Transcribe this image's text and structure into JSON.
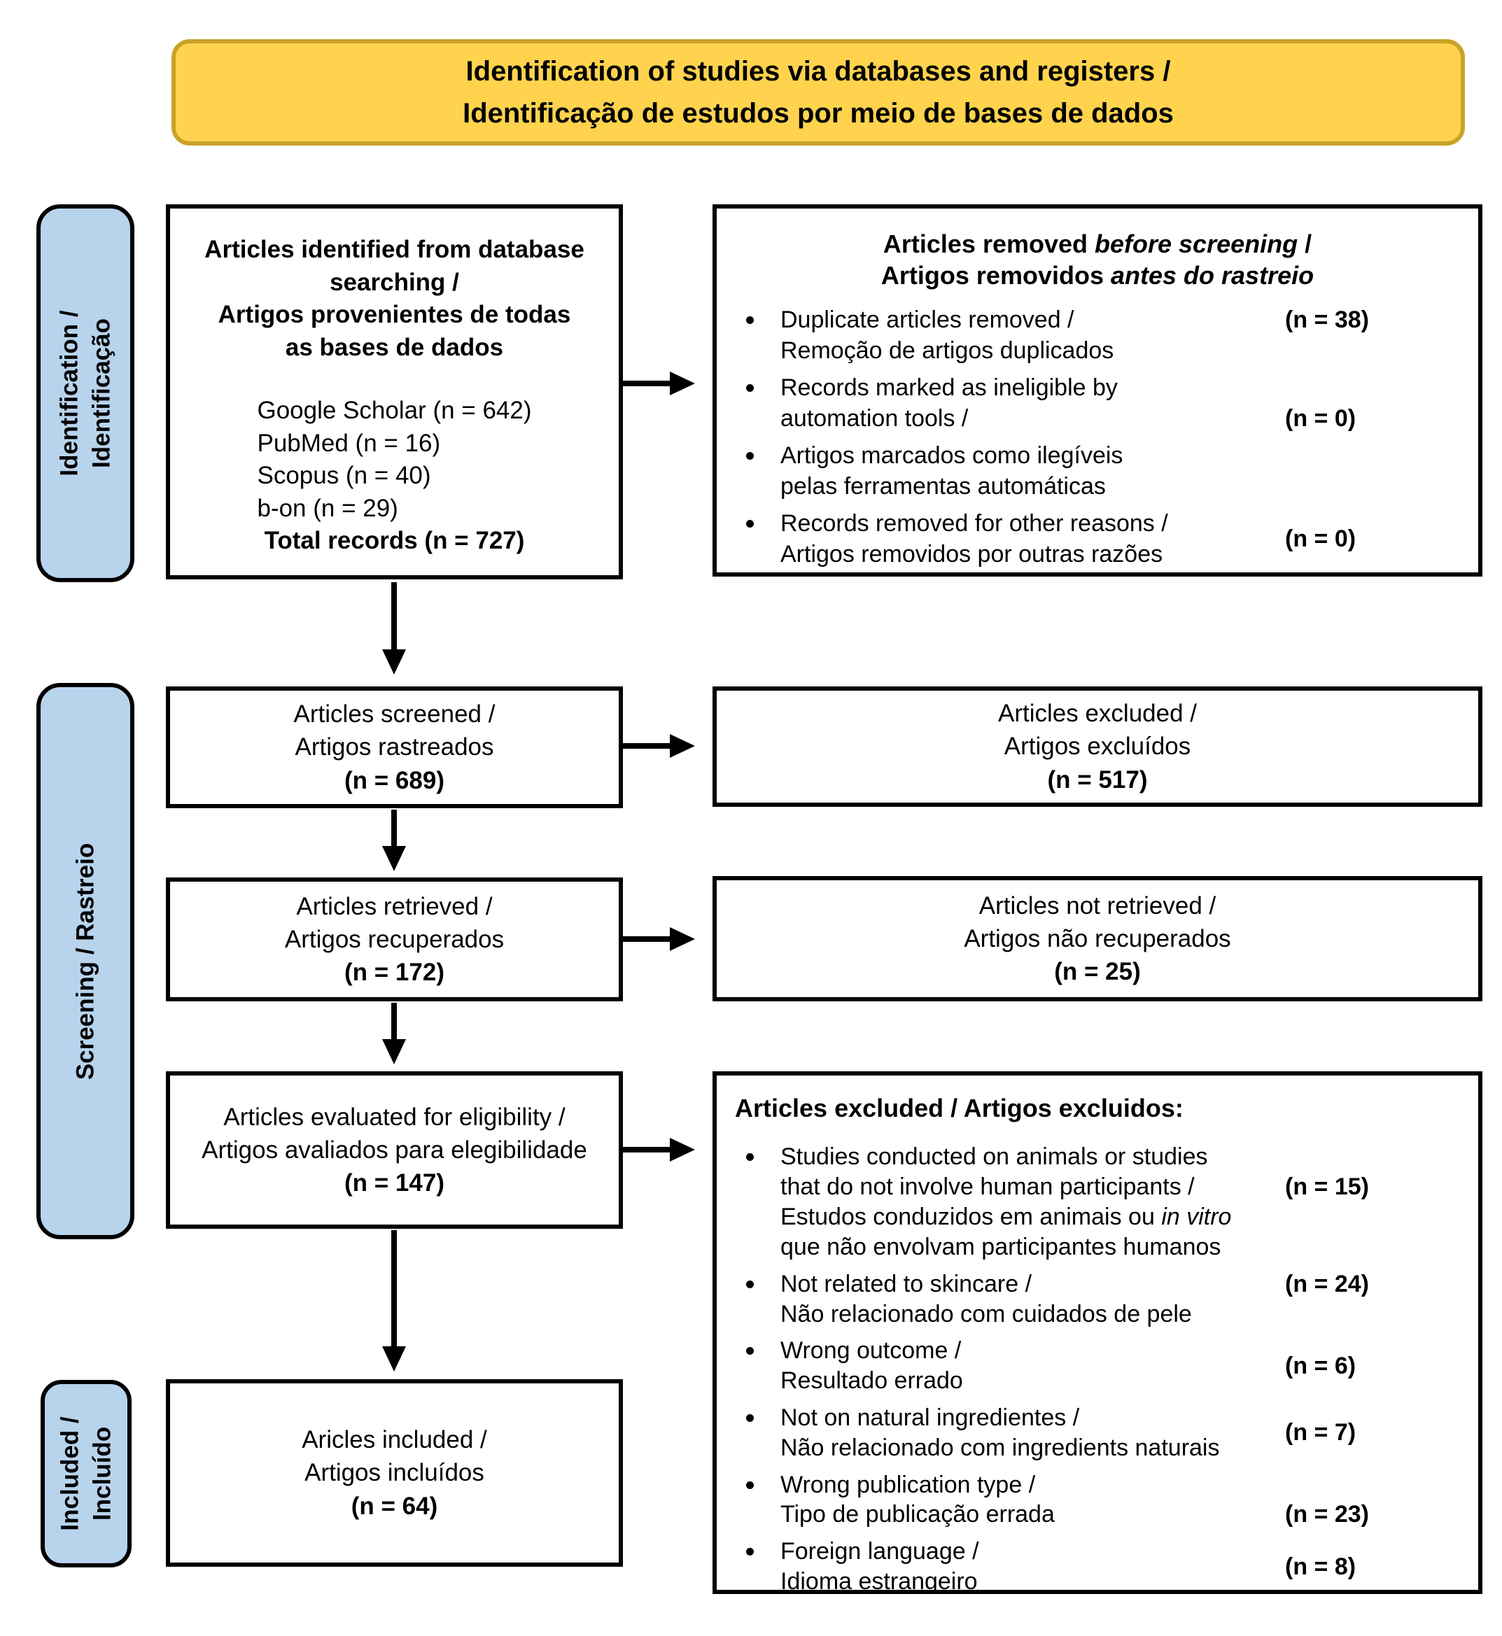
{
  "banner": {
    "line1": "Identification of studies via databases and registers /",
    "line2": "Identificação de estudos por meio de bases de dados"
  },
  "colors": {
    "banner_bg": "#FFD34D",
    "banner_border": "#C9A227",
    "stage_bg": "#B8D3EC",
    "box_border": "#000000",
    "arrow": "#000000",
    "text": "#000000"
  },
  "sidebar": {
    "identification": {
      "line1": "Identification /",
      "line2": "Identificação"
    },
    "screening": {
      "line1": "Screening / Rastreio"
    },
    "included": {
      "line1": "Included /",
      "line2": "Incluído"
    }
  },
  "identified_box": {
    "title_l1": "Articles identified from database",
    "title_l2": "searching /",
    "title_l3": "Artigos provenientes de todas",
    "title_l4": "as bases de dados",
    "sources": [
      "Google Scholar (n = 642)",
      "PubMed (n = 16)",
      "Scopus (n = 40)",
      "b-on (n = 29)"
    ],
    "total": "Total records (n = 727)"
  },
  "removed_box": {
    "title_l1_pre": "Articles removed ",
    "title_l1_italic": "before screening",
    "title_l1_post": " /",
    "title_l2_pre": "Artigos removidos ",
    "title_l2_italic": "antes do rastreio",
    "items": [
      {
        "l1": "Duplicate articles removed /",
        "l2": "Remoção de artigos duplicados",
        "count": "(n = 38)"
      },
      {
        "l1": "Records marked as ineligible by",
        "l2": "automation tools /",
        "count": "(n = 0)"
      },
      {
        "l1": "Artigos marcados como ilegíveis",
        "l2": "pelas ferramentas automáticas",
        "count": ""
      },
      {
        "l1": "Records removed for other reasons /",
        "l2": "Artigos removidos por outras razões",
        "count": "(n = 0)"
      }
    ]
  },
  "screened_box": {
    "l1": "Articles screened /",
    "l2": "Artigos rastreados",
    "count": "(n = 689)"
  },
  "excluded_box": {
    "l1": "Articles excluded /",
    "l2": "Artigos excluídos",
    "count": "(n = 517)"
  },
  "retrieved_box": {
    "l1": "Articles retrieved /",
    "l2": "Artigos recuperados",
    "count": "(n = 172)"
  },
  "not_retrieved_box": {
    "l1": "Articles not retrieved /",
    "l2": "Artigos não recuperados",
    "count": "(n = 25)"
  },
  "eligibility_box": {
    "l1": "Articles evaluated for eligibility /",
    "l2": "Artigos avaliados para elegibilidade",
    "count": "(n = 147)"
  },
  "included_box": {
    "l1": "Aricles included /",
    "l2": "Artigos incluídos",
    "count": "(n = 64)"
  },
  "reasons_box": {
    "title": "Articles excluded / Artigos excluidos:",
    "items": [
      {
        "l1": "Studies conducted on animals or studies",
        "l2": "that do not involve human participants /",
        "l3_pre": "Estudos conduzidos em animais ou ",
        "l3_italic": "in vitro",
        "l4": "que não envolvam participantes humanos",
        "count": "(n = 15)"
      },
      {
        "l1": "Not related to skincare /",
        "l2": "Não relacionado com cuidados de pele",
        "count": "(n = 24)"
      },
      {
        "l1": "Wrong outcome /",
        "l2": "Resultado errado",
        "count": "(n = 6)"
      },
      {
        "l1": "Not on natural ingredientes  /",
        "l2": "Não relacionado com ingredients naturais",
        "count": "(n = 7)"
      },
      {
        "l1": "Wrong publication type /",
        "l2": "Tipo de publicação errada",
        "count": "(n = 23)"
      },
      {
        "l1": "Foreign language /",
        "l2": "Idioma estrangeiro",
        "count": "(n = 8)"
      }
    ]
  }
}
